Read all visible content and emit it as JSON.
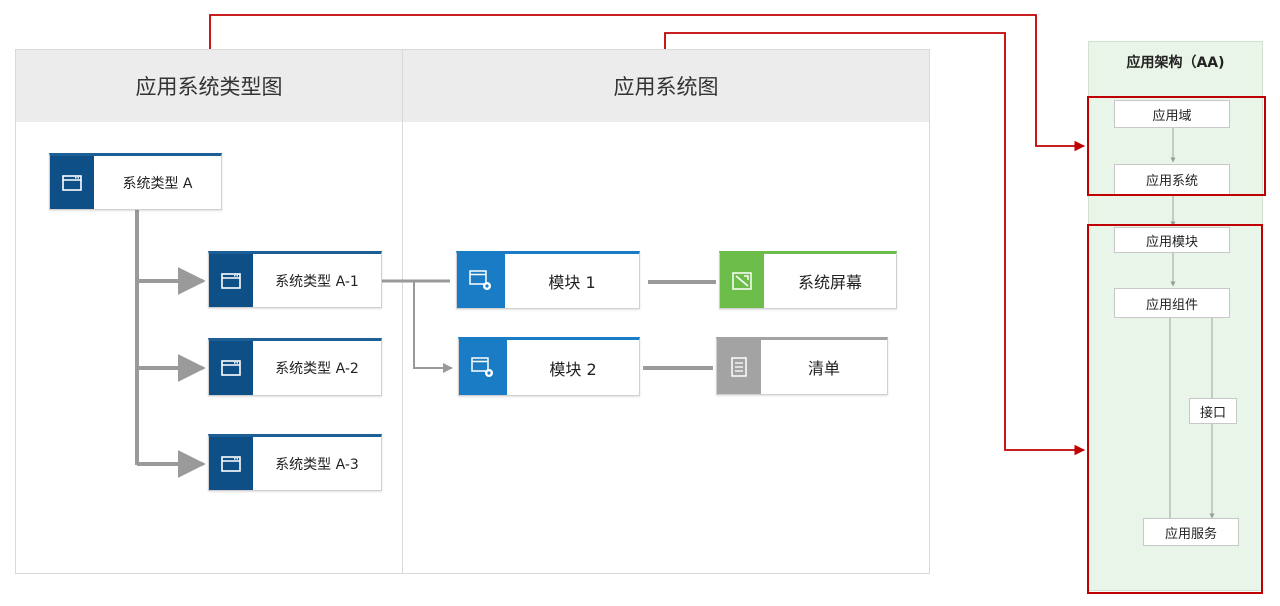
{
  "type_diagram": {
    "title": "应用系统类型图",
    "root": "系统类型 A",
    "children": [
      "系统类型 A-1",
      "系统类型 A-2",
      "系统类型 A-3"
    ]
  },
  "system_diagram": {
    "title": "应用系统图",
    "modules": [
      "模块 1",
      "模块 2"
    ],
    "screen": "系统屏幕",
    "list": "清单"
  },
  "aa": {
    "title": "应用架构（AA)",
    "domain": "应用域",
    "system": "应用系统",
    "module": "应用模块",
    "component": "应用组件",
    "interface": "接口",
    "service": "应用服务"
  },
  "colors": {
    "dark_blue": "#0f4f87",
    "mid_blue": "#1a7cc4",
    "green": "#6dbd4b",
    "gray": "#a3a3a3",
    "red": "#c00000",
    "aa_bg": "#e8f5e8"
  }
}
